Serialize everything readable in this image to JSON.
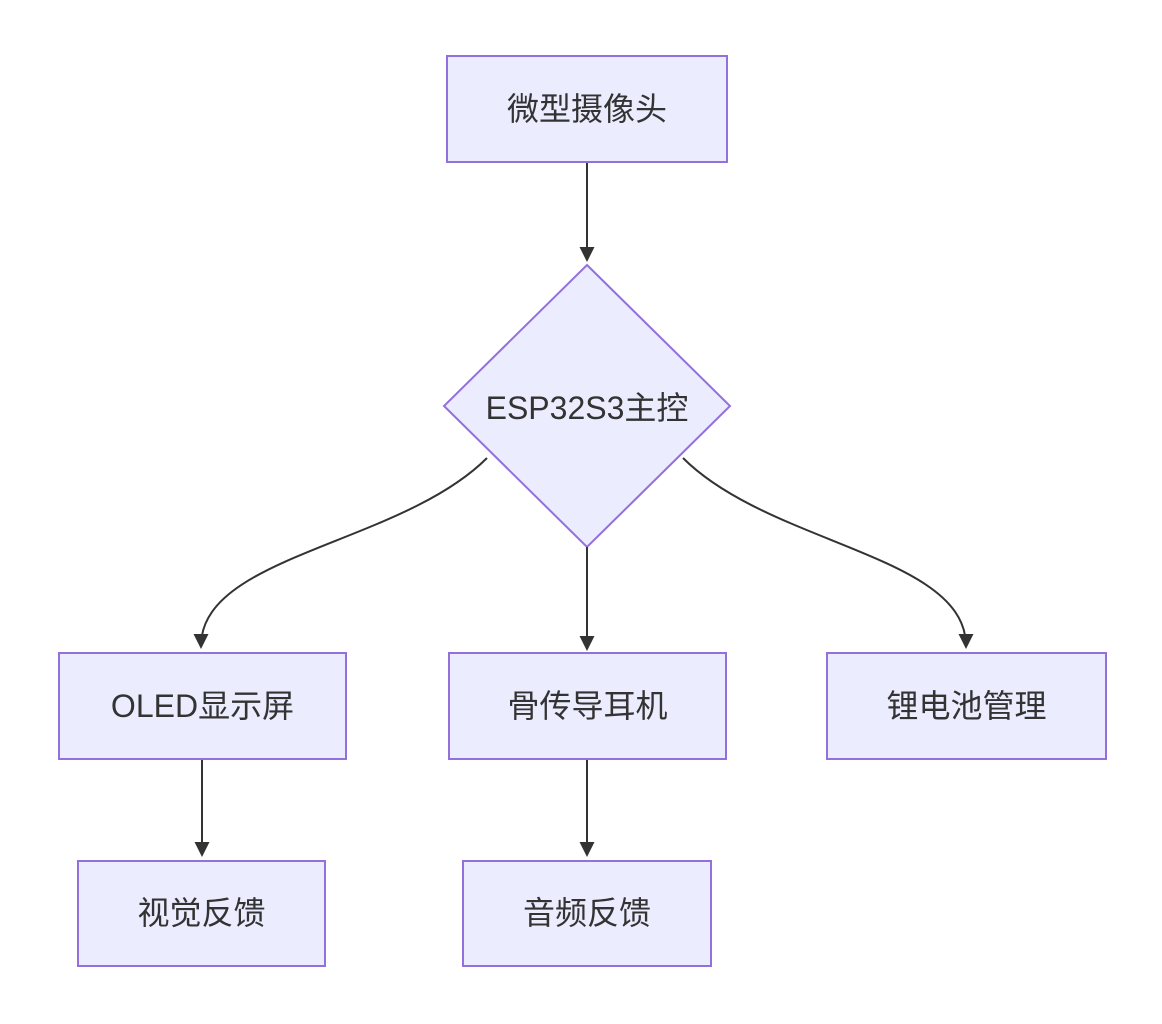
{
  "diagram": {
    "type": "flowchart",
    "direction": "top-down",
    "background": "#ffffff",
    "colors": {
      "node_fill": "#ECECFF",
      "node_border": "#9370DB",
      "edge_color": "#333333",
      "text_color": "#333333"
    },
    "nodes": {
      "camera": {
        "label": "微型摄像头",
        "shape": "rectangle"
      },
      "mcu": {
        "label": "ESP32S3主控",
        "shape": "diamond"
      },
      "oled": {
        "label": "OLED显示屏",
        "shape": "rectangle"
      },
      "bone": {
        "label": "骨传导耳机",
        "shape": "rectangle"
      },
      "battery": {
        "label": "锂电池管理",
        "shape": "rectangle"
      },
      "visual": {
        "label": "视觉反馈",
        "shape": "rectangle"
      },
      "audio": {
        "label": "音频反馈",
        "shape": "rectangle"
      }
    },
    "edges": [
      {
        "from": "微型摄像头",
        "to": "ESP32S3主控"
      },
      {
        "from": "ESP32S3主控",
        "to": "OLED显示屏"
      },
      {
        "from": "ESP32S3主控",
        "to": "骨传导耳机"
      },
      {
        "from": "ESP32S3主控",
        "to": "锂电池管理"
      },
      {
        "from": "OLED显示屏",
        "to": "视觉反馈"
      },
      {
        "from": "骨传导耳机",
        "to": "音频反馈"
      }
    ]
  }
}
